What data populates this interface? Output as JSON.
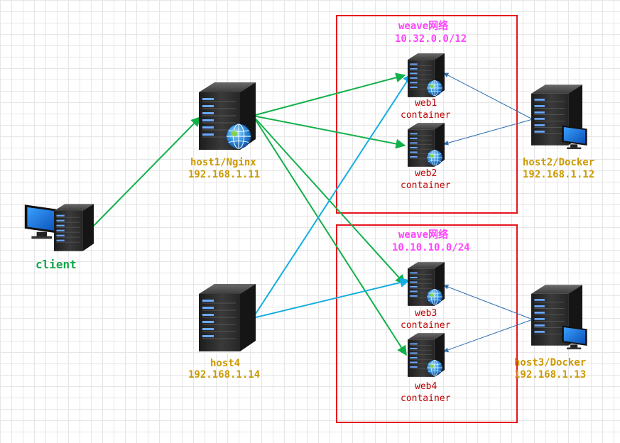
{
  "colors": {
    "green_arrow": "#12b04a",
    "cyan_arrow": "#13aee0",
    "blue_arrow": "#2f6fb0",
    "network_border": "#e8141e",
    "host_label": "#cc9900",
    "network_label": "#ff44ff",
    "container_label": "#c00000",
    "client_label": "#11a64a"
  },
  "client": {
    "label": "client"
  },
  "hosts": {
    "host1": {
      "name": "host1/Nginx",
      "ip": "192.168.1.11"
    },
    "host2": {
      "name": "host2/Docker",
      "ip": "192.168.1.12"
    },
    "host3": {
      "name": "host3/Docker",
      "ip": "192.168.1.13"
    },
    "host4": {
      "name": "host4",
      "ip": "192.168.1.14"
    }
  },
  "networks": {
    "net1": {
      "name": "weave网络",
      "cidr": "10.32.0.0/12"
    },
    "net2": {
      "name": "weave网络",
      "cidr": "10.10.10.0/24"
    }
  },
  "containers": {
    "web1": {
      "name": "web1",
      "type": "container"
    },
    "web2": {
      "name": "web2",
      "type": "container"
    },
    "web3": {
      "name": "web3",
      "type": "container"
    },
    "web4": {
      "name": "web4",
      "type": "container"
    }
  },
  "icons": {
    "server": "server-tower-icon",
    "globe": "globe-icon",
    "workstation": "workstation-icon",
    "monitor": "monitor-icon"
  }
}
